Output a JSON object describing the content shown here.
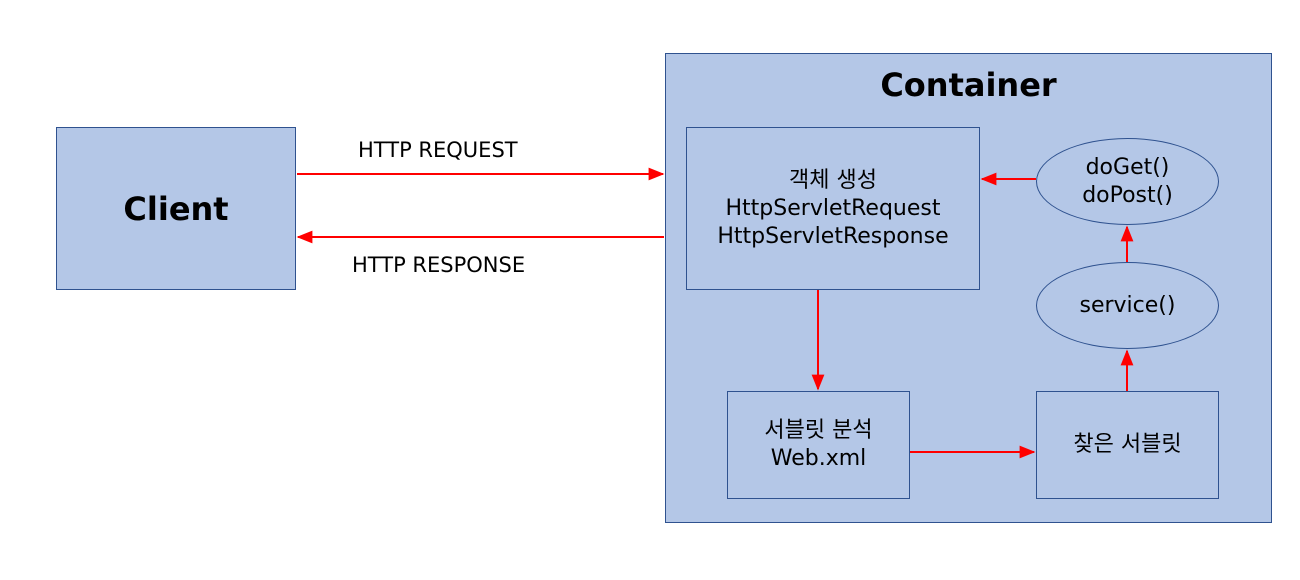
{
  "client": {
    "title": "Client"
  },
  "container": {
    "title": "Container"
  },
  "arrows": {
    "request": "HTTP REQUEST",
    "response": "HTTP RESPONSE"
  },
  "create_box": {
    "line1": "객체 생성",
    "line2": "HttpServletRequest",
    "line3": "HttpServletResponse"
  },
  "parse_box": {
    "line1": "서블릿 분석",
    "line2": "Web.xml"
  },
  "found_box": {
    "line1": "찾은 서블릿"
  },
  "service_ellipse": {
    "label": "service()"
  },
  "do_ellipse": {
    "line1": "doGet()",
    "line2": "doPost()"
  },
  "colors": {
    "box_fill": "#b4c7e7",
    "box_border": "#2f528f",
    "arrow": "#ff0000"
  }
}
